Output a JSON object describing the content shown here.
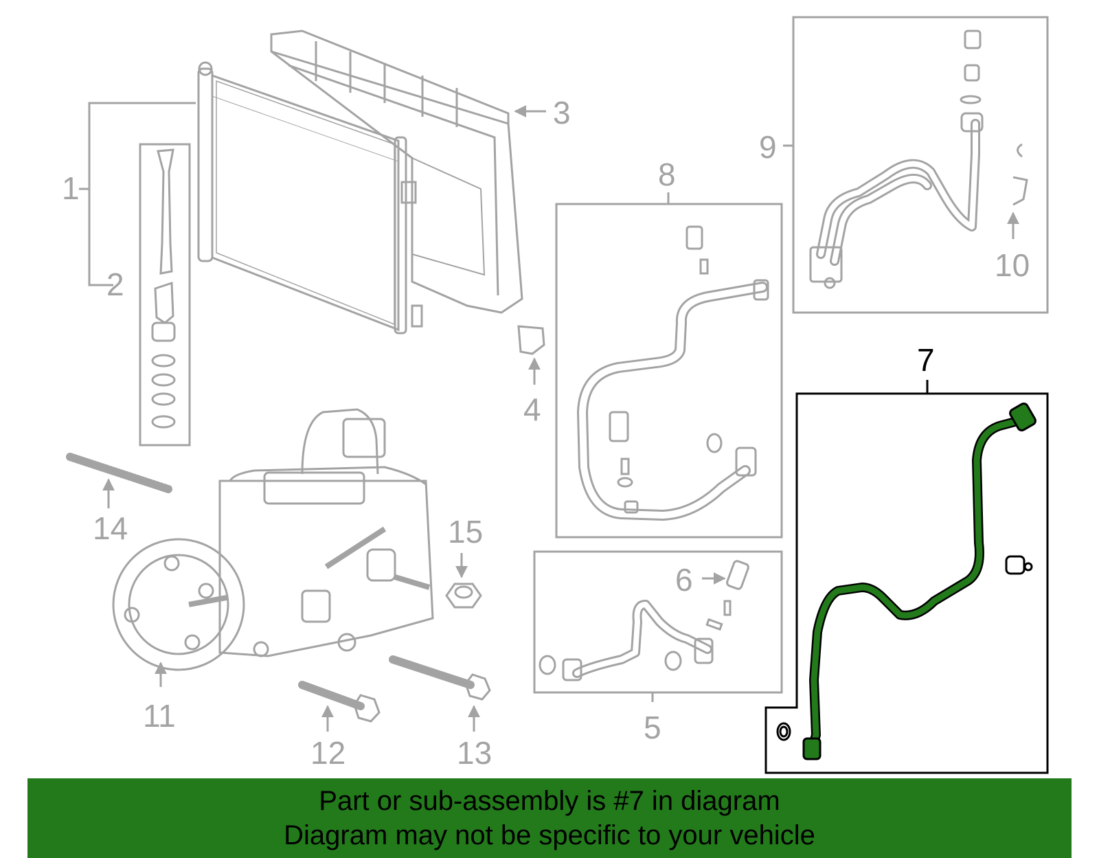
{
  "callouts": {
    "c1": "1",
    "c2": "2",
    "c3": "3",
    "c4": "4",
    "c5": "5",
    "c6": "6",
    "c7": "7",
    "c8": "8",
    "c9": "9",
    "c10": "10",
    "c11": "11",
    "c12": "12",
    "c13": "13",
    "c14": "14",
    "c15": "15"
  },
  "banner": {
    "line1": "Part or sub-assembly is #7 in diagram",
    "line2": "Diagram may not be specific to your vehicle"
  },
  "colors": {
    "line_art": "#a3a3a3",
    "highlight_part": "#237a1b",
    "banner_background": "#237a1b"
  }
}
